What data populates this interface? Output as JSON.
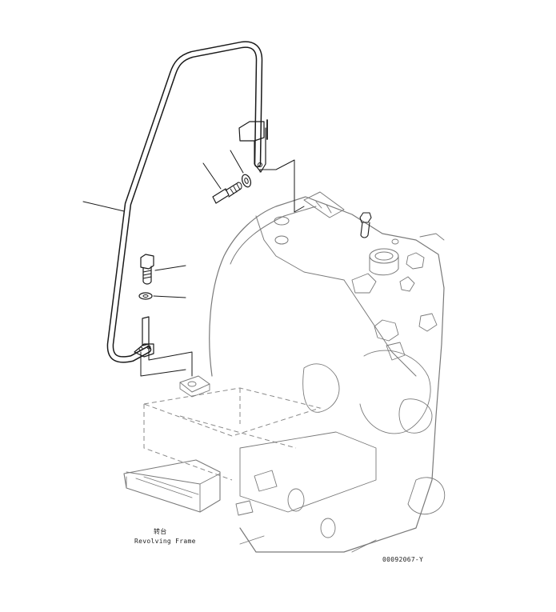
{
  "labels": {
    "part_cn": "转台",
    "part_en": "Revolving Frame",
    "drawing_code": "00092067-Y"
  }
}
